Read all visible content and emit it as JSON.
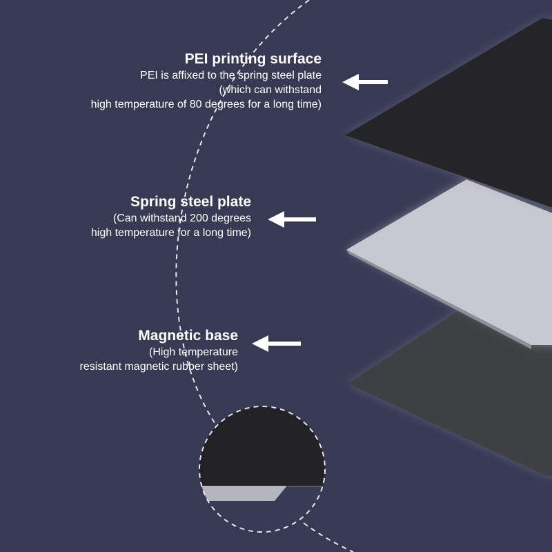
{
  "colors": {
    "background": "#383a54",
    "pei_surface": "#252527",
    "spring_steel": "#c7c9d0",
    "magnetic_base": "#3f4044",
    "text": "#ffffff",
    "dashed_line": "#e6e7ee"
  },
  "layers": [
    {
      "id": "pei",
      "title": "PEI printing surface",
      "lines": [
        "PEI is affixed to the spring steel plate",
        "(which can withstand",
        "high temperature of 80 degrees for a long time)"
      ],
      "arrow": "arrow-left-icon"
    },
    {
      "id": "steel",
      "title": "Spring steel plate",
      "lines": [
        "(Can withstand 200 degrees",
        "high temperature for a long time)"
      ],
      "arrow": "arrow-left-icon"
    },
    {
      "id": "magnet",
      "title": "Magnetic base",
      "lines": [
        "(High temperature",
        "resistant magnetic rubber sheet)"
      ],
      "arrow": "arrow-left-icon"
    }
  ],
  "detail_view": {
    "icon": "magnifier-detail-icon"
  }
}
